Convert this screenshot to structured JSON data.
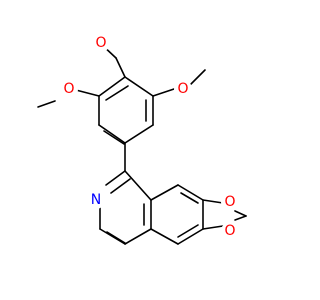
{
  "molecule": {
    "atoms": {
      "o_top": "O",
      "o_left": "O",
      "o_right": "O",
      "n": "N",
      "o_dioxole_upper": "O",
      "o_dioxole_lower": "O"
    }
  },
  "colors": {
    "bond": "#000000",
    "oxygen": "#ff0000",
    "nitrogen": "#0000ff",
    "background": "#ffffff"
  }
}
